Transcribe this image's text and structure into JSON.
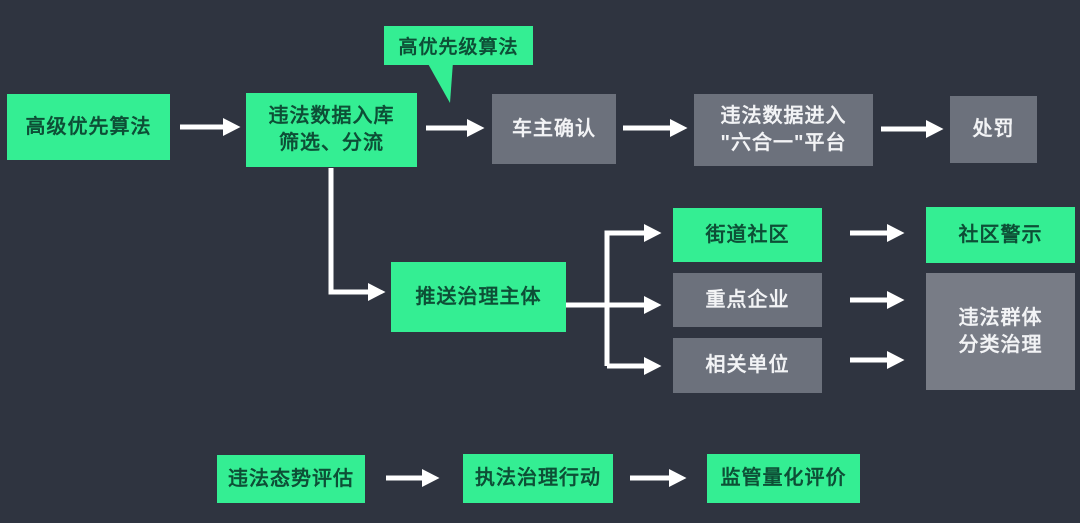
{
  "diagram": {
    "description_colors": "flowchart on dark slate background with bright green and gray process boxes and white arrows"
  },
  "colors": {
    "bg": "#2F3440",
    "green": "#34EE93",
    "green_text": "#0D4F36",
    "gray": "#6C717C",
    "gray_light": "#787C86",
    "white_text": "#F2F3F5",
    "arrow": "#FFFFFF"
  },
  "callout": {
    "label": "高优先级算法"
  },
  "nodes": {
    "advanced_priority": {
      "label": "高级优先算法",
      "variant": "green"
    },
    "data_intake": {
      "label": "违法数据入库\n筛选、分流",
      "variant": "green"
    },
    "owner_confirm": {
      "label": "车主确认",
      "variant": "gray"
    },
    "platform_entry": {
      "label": "违法数据进入\n\"六合一\"平台",
      "variant": "gray"
    },
    "punishment": {
      "label": "处罚",
      "variant": "gray"
    },
    "push_governance": {
      "label": "推送治理主体",
      "variant": "green"
    },
    "street_community": {
      "label": "街道社区",
      "variant": "green"
    },
    "key_enterprise": {
      "label": "重点企业",
      "variant": "gray"
    },
    "related_unit": {
      "label": "相关单位",
      "variant": "gray"
    },
    "community_warning": {
      "label": "社区警示",
      "variant": "green"
    },
    "group_governance": {
      "label": "违法群体\n分类治理",
      "variant": "gray"
    },
    "situation_assessment": {
      "label": "违法态势评估",
      "variant": "green"
    },
    "enforcement_action": {
      "label": "执法治理行动",
      "variant": "green"
    },
    "quantitative_evaluation": {
      "label": "监管量化评价",
      "variant": "green"
    }
  }
}
